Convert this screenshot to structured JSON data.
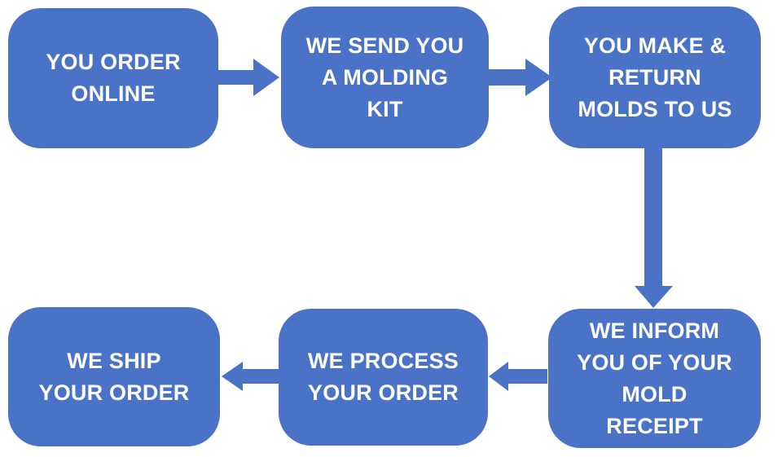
{
  "diagram": {
    "type": "flowchart",
    "colors": {
      "node_fill": "#4a73c8",
      "arrow_fill": "#4a73c8",
      "text": "#ffffff",
      "background": "#ffffff"
    },
    "nodes": [
      {
        "id": "order-online",
        "label": "YOU ORDER\nONLINE"
      },
      {
        "id": "send-molding-kit",
        "label": "WE SEND YOU\nA MOLDING\nKIT"
      },
      {
        "id": "make-return-molds",
        "label": "YOU MAKE &\nRETURN\nMOLDS TO US"
      },
      {
        "id": "inform-mold-receipt",
        "label": "WE INFORM\nYOU OF YOUR\nMOLD\nRECEIPT"
      },
      {
        "id": "process-order",
        "label": "WE PROCESS\nYOUR ORDER"
      },
      {
        "id": "ship-order",
        "label": "WE SHIP\nYOUR ORDER"
      }
    ],
    "arrows": [
      {
        "id": "arrow-order-to-kit",
        "from": "order-online",
        "to": "send-molding-kit",
        "direction": "right"
      },
      {
        "id": "arrow-kit-to-molds",
        "from": "send-molding-kit",
        "to": "make-return-molds",
        "direction": "right"
      },
      {
        "id": "arrow-molds-to-inform",
        "from": "make-return-molds",
        "to": "inform-mold-receipt",
        "direction": "down"
      },
      {
        "id": "arrow-inform-to-process",
        "from": "inform-mold-receipt",
        "to": "process-order",
        "direction": "left"
      },
      {
        "id": "arrow-process-to-ship",
        "from": "process-order",
        "to": "ship-order",
        "direction": "left"
      }
    ]
  }
}
